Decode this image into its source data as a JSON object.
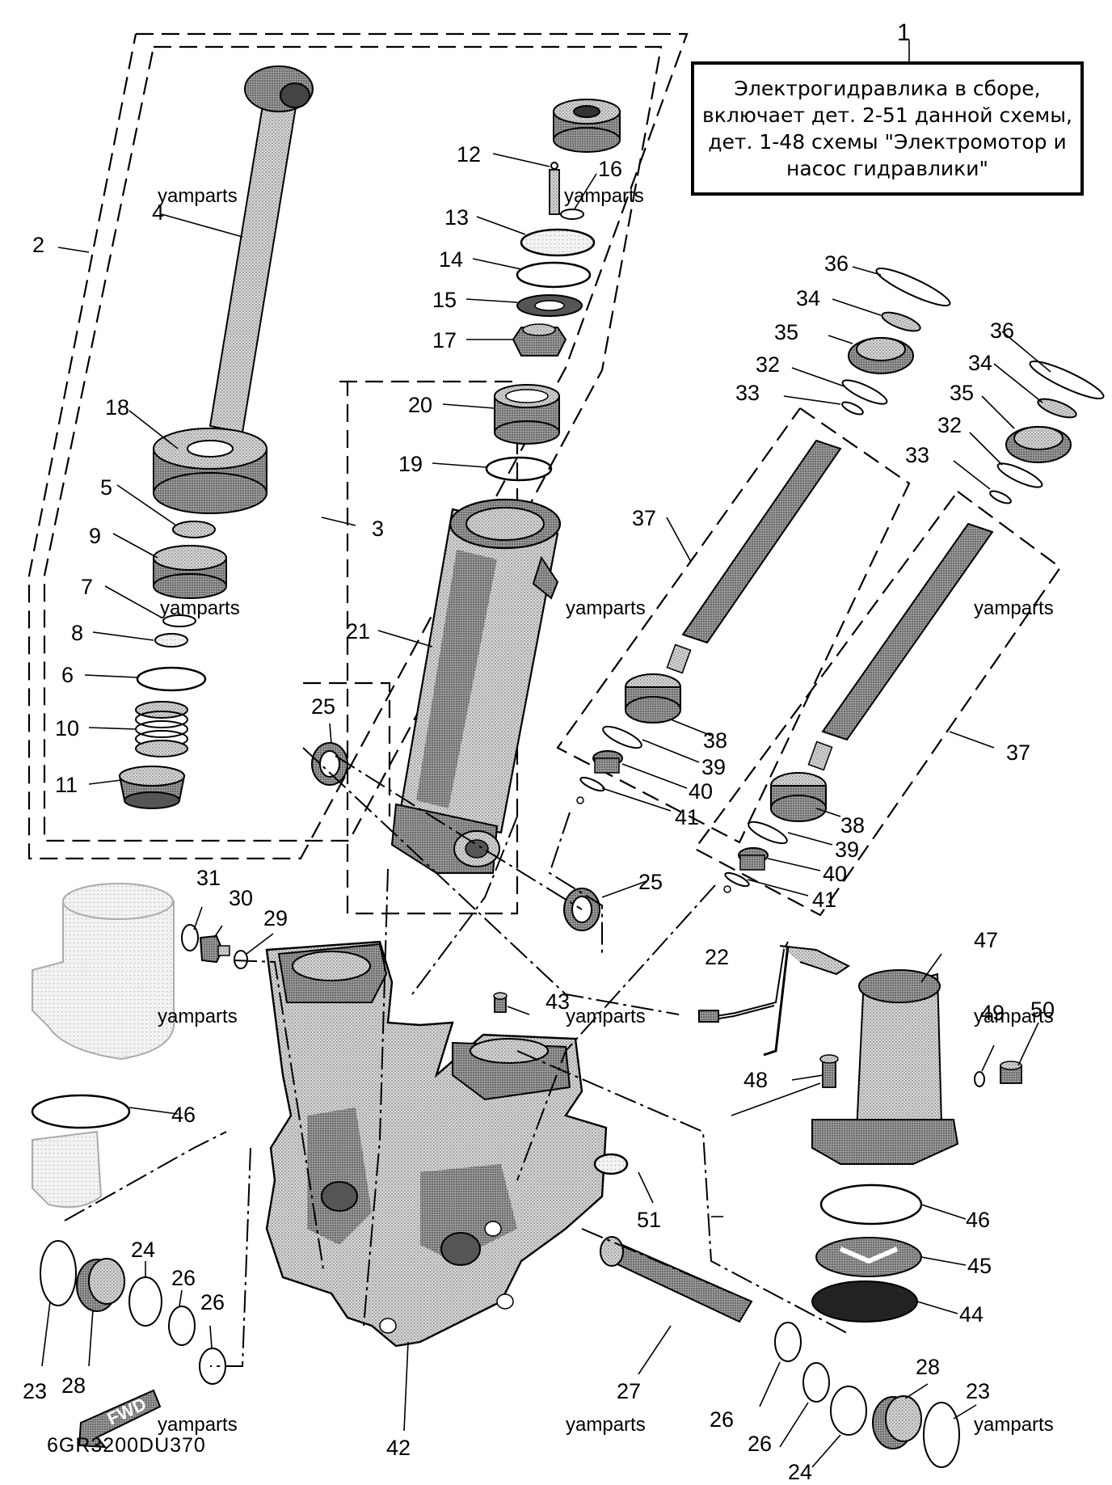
{
  "callout": {
    "number": "1",
    "lines": [
      "Электрогидравлика в сборе,",
      "включает дет. 2-51 данной схемы,",
      "дет. 1-48 схемы \"Электромотор и",
      "насос гидравлики\""
    ]
  },
  "diagram_code": "6GR3200DU370",
  "fwd_label": "FWD",
  "watermark": "yamparts",
  "part_numbers": [
    "2",
    "3",
    "4",
    "5",
    "6",
    "7",
    "8",
    "9",
    "10",
    "11",
    "12",
    "13",
    "14",
    "15",
    "16",
    "17",
    "18",
    "19",
    "20",
    "21",
    "22",
    "23",
    "24",
    "25",
    "26",
    "27",
    "28",
    "29",
    "30",
    "31",
    "32",
    "33",
    "34",
    "35",
    "36",
    "37",
    "38",
    "39",
    "40",
    "41",
    "42",
    "43",
    "44",
    "45",
    "46",
    "47",
    "48",
    "49",
    "50",
    "51"
  ]
}
